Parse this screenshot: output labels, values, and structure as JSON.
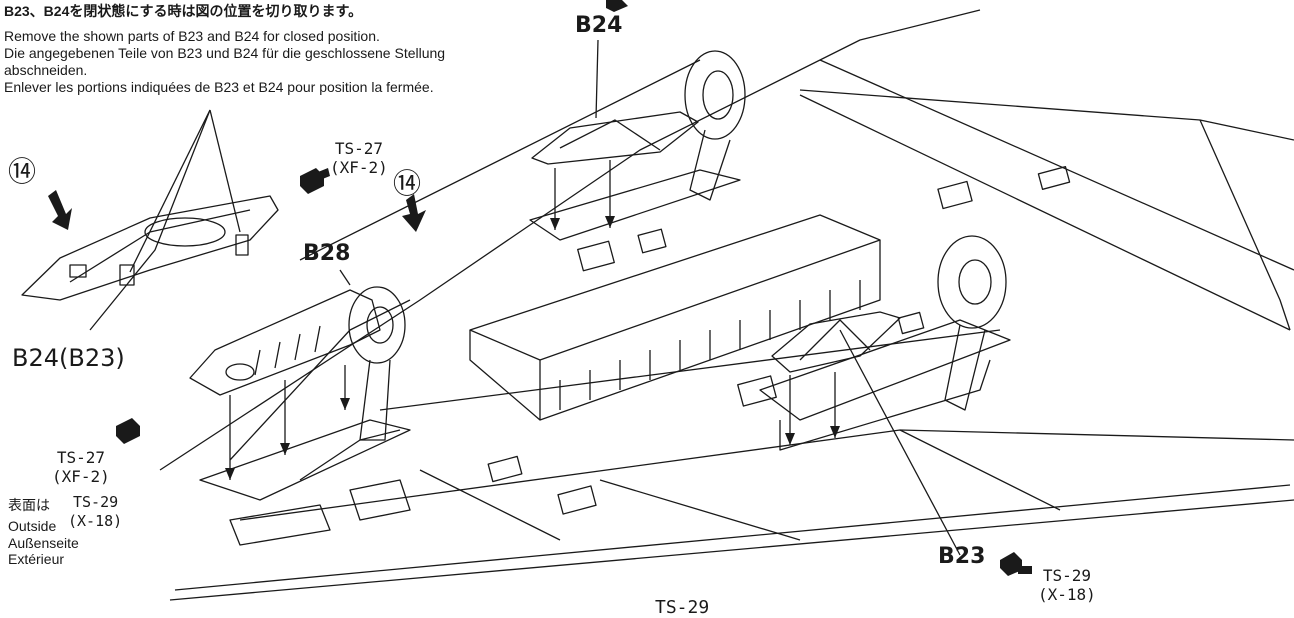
{
  "instructions": {
    "ja": "B23、B24を閉状態にする時は図の位置を切り取ります。",
    "en": "Remove the shown parts of B23 and B24 for closed position.",
    "de": "Die angegebenen Teile von B23 und B24 für die geschlossene Stellung abschneiden.",
    "fr": "Enlever les portions indiquées de B23 et B24 pour position la fermée."
  },
  "labels": {
    "b24_top": "B24",
    "b28": "B28",
    "b24_b23": "B24(B23)",
    "b23": "B23",
    "step14_left": "⑭",
    "step14_mid": "⑭"
  },
  "paint": {
    "ts27_top_code": "TS-27",
    "ts27_top_name": "(XF-2)",
    "ts27_left_code": "TS-27",
    "ts27_left_name": "(XF-2)",
    "ts29_right_code": "TS-29",
    "ts29_right_name": "(X-18)",
    "outside_ja": "表面は",
    "outside_code": "TS-29",
    "outside_en": "Outside",
    "outside_name": "(X-18)",
    "outside_de": "Außenseite",
    "outside_fr": "Extérieur",
    "bottom_code_partial": "TS-29"
  },
  "colors": {
    "line": "#1a1a1a",
    "paint_chip": "#111111",
    "background": "#ffffff"
  }
}
